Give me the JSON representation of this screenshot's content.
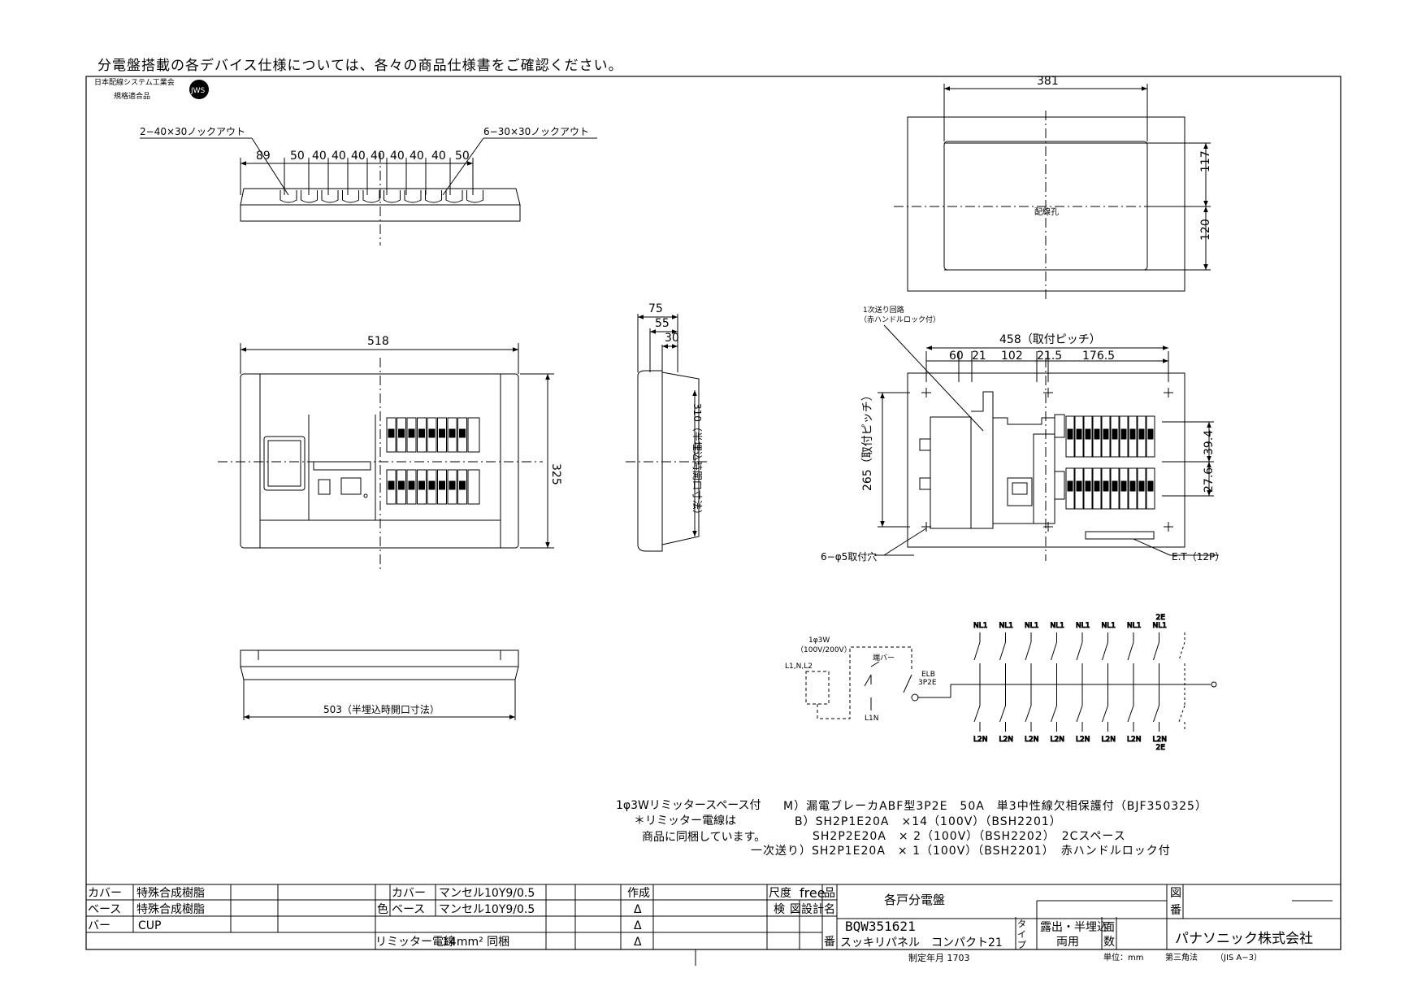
{
  "notice": "分電盤搭載の各デバイス仕様については、各々の商品仕様書をご確認ください。",
  "certification": {
    "line1": "日本配線システム工業会",
    "line2": "規格適合品",
    "mark": "JWS"
  },
  "top_view": {
    "knockout_left": "2−40×30ノックアウト",
    "knockout_right": "6−30×30ノックアウト",
    "dims": [
      "89",
      "50",
      "40",
      "40",
      "40",
      "40",
      "40",
      "40",
      "40",
      "50"
    ]
  },
  "front_view": {
    "width": "518",
    "height": "325"
  },
  "side_view": {
    "d1": "75",
    "d2": "55",
    "d3": "30",
    "opening": "310（半埋込時開口寸法）"
  },
  "bottom_view": {
    "opening": "503（半埋込時開口寸法）"
  },
  "back_view": {
    "width": "381",
    "h1": "117",
    "h2": "120",
    "hole": "配線孔"
  },
  "interior_view": {
    "note1": "1次送り回路",
    "note2": "（赤ハンドルロック付）",
    "pitch_w": "458（取付ピッチ）",
    "dims": [
      "60",
      "21",
      "102",
      "21.5",
      "176.5"
    ],
    "pitch_h": "265（取付ピッチ）",
    "d_upper": "39.4",
    "d_lower": "27.6",
    "mount_hole": "6−φ5取付穴",
    "et": "E.T（12P）"
  },
  "wiring": {
    "supply": "1φ3W",
    "voltage": "（100V/200V）",
    "lines": "L1,N,L2",
    "bar": "端バー",
    "l1n": "L1N",
    "elb": "ELB",
    "elb_type": "3P2E",
    "top_labels": [
      "NL1",
      "NL1",
      "NL1",
      "NL1",
      "NL1",
      "NL1",
      "NL1",
      "NL1"
    ],
    "top_extra": "2E",
    "bottom_labels": [
      "L2N",
      "L2N",
      "L2N",
      "L2N",
      "L2N",
      "L2N",
      "L2N",
      "L2N"
    ],
    "bottom_extra": "2E"
  },
  "limiter_note": {
    "line1": "1φ3Wリミッタースペース付",
    "line2": "＊リミッター電線は",
    "line3": "商品に同梱しています。"
  },
  "specs": [
    {
      "prefix": "M）",
      "text": "漏電ブレーカABF型3P2E　50A　単3中性線欠相保護付（BJF350325）"
    },
    {
      "prefix": "B）",
      "text": "SH2P1E20A　×14（100V）（BSH2201）"
    },
    {
      "prefix": "",
      "text": "SH2P2E20A　× 2（100V）（BSH2202）　2Cスペース"
    },
    {
      "prefix": "一次送り）",
      "text": "SH2P1E20A　× 1（100V）（BSH2201）　赤ハンドルロック付"
    }
  ],
  "title_block": {
    "mat_labels": [
      "カバー",
      "ベース",
      "バー"
    ],
    "mat_values": [
      "特殊合成樹脂",
      "特殊合成樹脂",
      "CUP"
    ],
    "color_mark": "色",
    "color_labels": [
      "カバー",
      "ベース"
    ],
    "color_values": [
      "マンセル10Y9/0.5",
      "マンセル10Y9/0.5"
    ],
    "limiter_label": "リミッター電線",
    "limiter_value": "14mm² 同梱",
    "sakusei": "作成",
    "delta": [
      "Δ",
      "Δ",
      "Δ"
    ],
    "scale_label": "尺度",
    "scale_value": "free",
    "check": [
      "検",
      "図",
      "設計"
    ],
    "hin": "品",
    "mei": "名",
    "ban": "番",
    "product_name": "各戸分電盤",
    "product_code": "BQW351621",
    "series": "スッキリパネル　コンパクト21",
    "type_label": [
      "タ",
      "イ",
      "プ"
    ],
    "type_value": [
      "露出・半埋込",
      "両用"
    ],
    "face_label": [
      "面",
      "数"
    ],
    "zu": "図",
    "zuban": "番",
    "company": "パナソニック株式会社",
    "date": "制定年月 1703",
    "unit": "単位：mm",
    "projection": "第三角法",
    "standard": "（JIS A−3）"
  }
}
